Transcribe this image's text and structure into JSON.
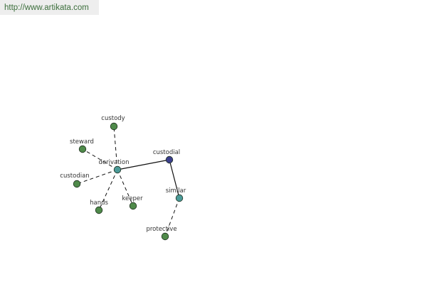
{
  "banner": {
    "url": "http://www.artikata.com"
  },
  "colors": {
    "root_node": "#3b3f8c",
    "hub_node": "#4b9a98",
    "leaf_node": "#4f8a4a",
    "node_stroke": "#1e2e1e",
    "edge": "#111111",
    "label": "#333333",
    "banner_bg": "#eeeeee",
    "banner_text": "#3b6e3b"
  },
  "graph": {
    "nodes": [
      {
        "id": "custodial",
        "label": "custodial",
        "kind": "root"
      },
      {
        "id": "derivation",
        "label": "derivation",
        "kind": "hub"
      },
      {
        "id": "similar",
        "label": "similar",
        "kind": "hub"
      },
      {
        "id": "custody",
        "label": "custody",
        "kind": "leaf"
      },
      {
        "id": "steward",
        "label": "steward",
        "kind": "leaf"
      },
      {
        "id": "custodian",
        "label": "custodian",
        "kind": "leaf"
      },
      {
        "id": "hands",
        "label": "hands",
        "kind": "leaf"
      },
      {
        "id": "keeper",
        "label": "keeper",
        "kind": "leaf"
      },
      {
        "id": "protective",
        "label": "protective",
        "kind": "leaf"
      }
    ],
    "edges": [
      {
        "from": "custodial",
        "to": "derivation",
        "style": "solid"
      },
      {
        "from": "custodial",
        "to": "similar",
        "style": "solid"
      },
      {
        "from": "derivation",
        "to": "custody",
        "style": "dashed"
      },
      {
        "from": "derivation",
        "to": "steward",
        "style": "dashed"
      },
      {
        "from": "derivation",
        "to": "custodian",
        "style": "dashed"
      },
      {
        "from": "derivation",
        "to": "hands",
        "style": "dashed"
      },
      {
        "from": "derivation",
        "to": "keeper",
        "style": "dashed"
      },
      {
        "from": "similar",
        "to": "protective",
        "style": "dashed"
      }
    ]
  }
}
